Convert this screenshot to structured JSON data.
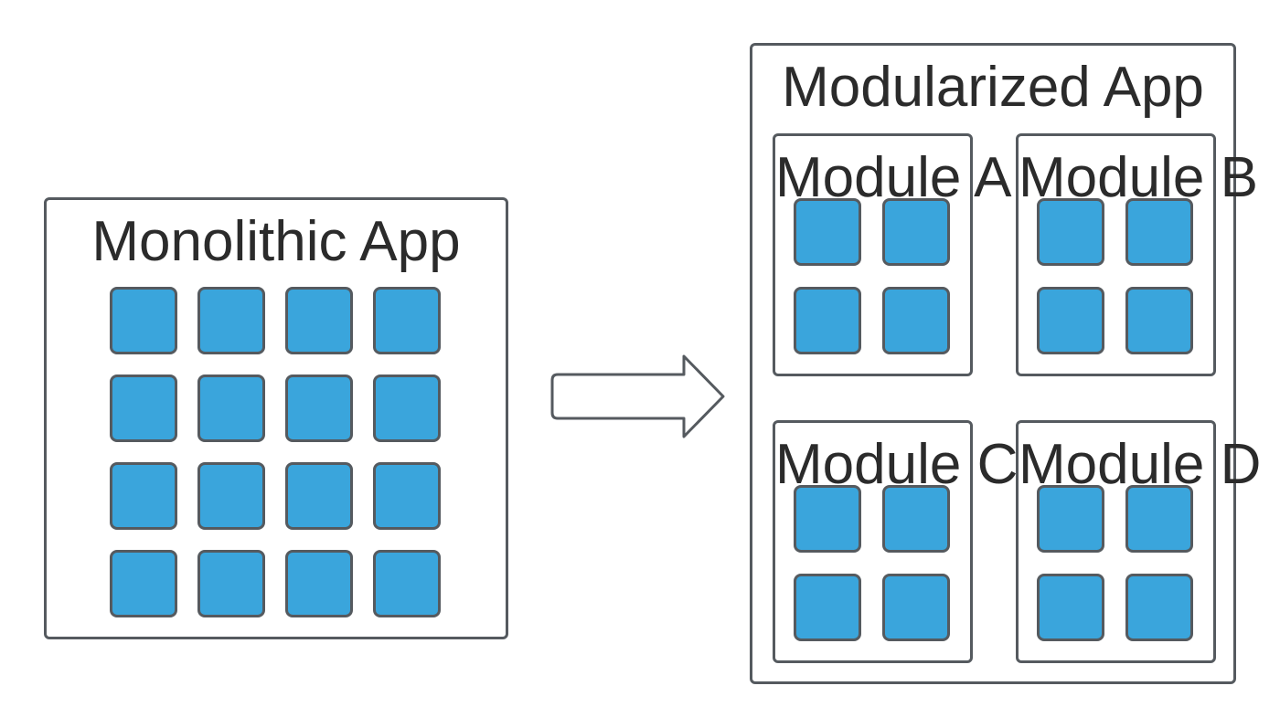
{
  "monolithic": {
    "title": "Monolithic App",
    "components": 16
  },
  "modularized": {
    "title": "Modularized App",
    "modules": [
      {
        "name": "Module A",
        "components": 4
      },
      {
        "name": "Module B",
        "components": 4
      },
      {
        "name": "Module C",
        "components": 4
      },
      {
        "name": "Module D",
        "components": 4
      }
    ]
  },
  "colors": {
    "component_fill": "#3aa5dc",
    "stroke": "#555a5f",
    "text": "#2b2b2b"
  }
}
